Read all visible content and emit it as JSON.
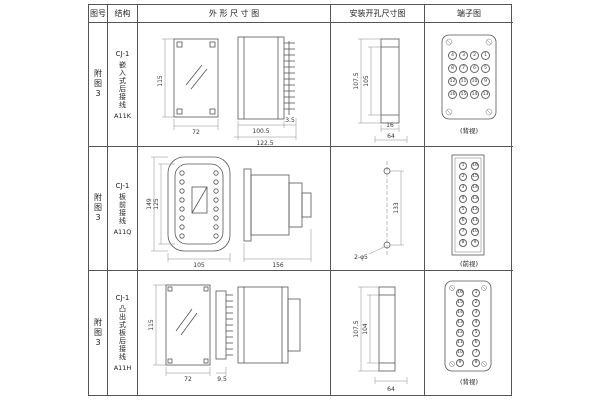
{
  "header": {
    "fig_col": "图号",
    "struct_col": "结构",
    "outline_col": "外 形 尺 寸 图",
    "mounting_col": "安装开孔尺寸图",
    "terminal_col": "端子图"
  },
  "rows": [
    {
      "fig_no": "附图3",
      "model": "CJ-1",
      "structure": "嵌入式后接线",
      "code": "A11K",
      "outline": {
        "h": "115",
        "w": "72",
        "d1": "100.5",
        "d2": "122.5",
        "d3": "3.5"
      },
      "mounting": {
        "m1": "107.5",
        "m2": "105",
        "m3": "16",
        "m4": "64"
      },
      "terminal": {
        "view": "(背视)",
        "grid": [
          [
            "4",
            "3",
            "2",
            "1"
          ],
          [
            "8",
            "7",
            "6",
            "5"
          ],
          [
            "12",
            "11",
            "10",
            "9"
          ],
          [
            "16",
            "15",
            "14",
            "13"
          ]
        ]
      }
    },
    {
      "fig_no": "附图3",
      "model": "CJ-1",
      "structure": "板前接线",
      "code": "A11Q",
      "outline": {
        "h1": "149",
        "h2": "125",
        "w": "105",
        "d1": "156"
      },
      "mounting": {
        "m1": "133",
        "m2": "2-φ5"
      },
      "terminal": {
        "view": "(前视)",
        "grid": [
          [
            "1",
            "16"
          ],
          [
            "2",
            "15"
          ],
          [
            "3",
            "14"
          ],
          [
            "4",
            "13"
          ],
          [
            "5",
            "12"
          ],
          [
            "6",
            "11"
          ],
          [
            "7",
            "10"
          ],
          [
            "8",
            "9"
          ]
        ]
      }
    },
    {
      "fig_no": "附图3",
      "model": "CJ-1",
      "structure": "凸出式板后接线",
      "code": "A11H",
      "outline": {
        "h": "115",
        "w": "72",
        "d1": "9.5"
      },
      "mounting": {
        "m1": "107.5",
        "m2": "104",
        "m3": "64"
      },
      "terminal": {
        "view": "(背视)",
        "grid": [
          [
            "16",
            "1"
          ],
          [
            "15",
            "2"
          ],
          [
            "14",
            "3"
          ],
          [
            "13",
            "4"
          ],
          [
            "12",
            "5"
          ],
          [
            "11",
            "6"
          ],
          [
            "10",
            "7"
          ],
          [
            "9",
            "8"
          ]
        ]
      }
    }
  ]
}
